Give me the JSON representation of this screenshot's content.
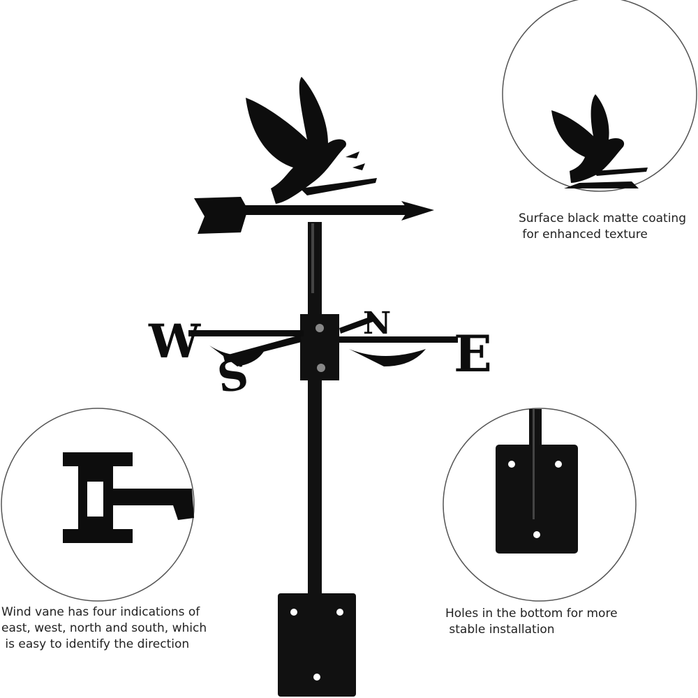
{
  "product": {
    "compass_letters": {
      "west": "W",
      "east": "E",
      "north": "N",
      "south": "S"
    }
  },
  "callouts": [
    {
      "lines": [
        "Surface black matte coating",
        " for enhanced texture"
      ]
    },
    {
      "lines": [
        "Wind vane has four indications of",
        "east, west, north and south, which",
        " is easy to identify the direction"
      ]
    },
    {
      "lines": [
        "Holes in the bottom for more",
        " stable installation"
      ]
    }
  ],
  "colors": {
    "metal": "#0d0d0d",
    "circle_stroke": "#555555",
    "text": "#222222"
  }
}
